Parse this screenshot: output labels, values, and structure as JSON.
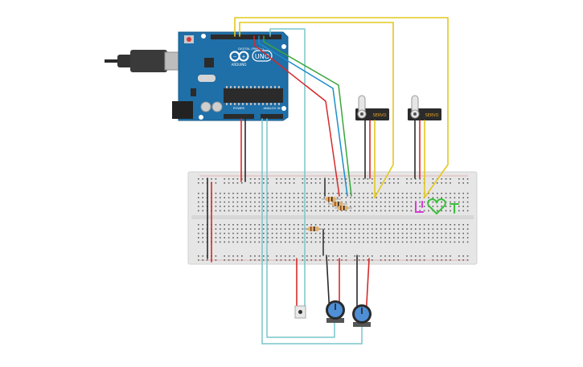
{
  "arduino": {
    "brand": "ARDUINO",
    "model": "UNO",
    "digital_header_label": "DIGITAL (PWM~)",
    "power_header_label": "POWER",
    "analog_header_label": "ANALOG IN",
    "board_color": "#1f6fa8",
    "header_color": "#2b2b2b"
  },
  "servos": [
    {
      "label": "SERVO"
    },
    {
      "label": "SERVO"
    }
  ],
  "breadboard": {
    "color": "#e6e6e6",
    "hole_color": "#5d5d5d"
  },
  "wire_colors": {
    "red": "#d52a2a",
    "black": "#2a2a2a",
    "yellow": "#e3c81e",
    "teal": "#78c5cc",
    "green": "#3aa53a",
    "blue": "#1d8ec9"
  },
  "leds": {
    "magenta": "#d63ad6",
    "green": "#3bbf3b"
  },
  "icons": [
    "usb-plug-icon",
    "potentiometer-knob-icon",
    "pushbutton-icon",
    "resistor-icon"
  ]
}
